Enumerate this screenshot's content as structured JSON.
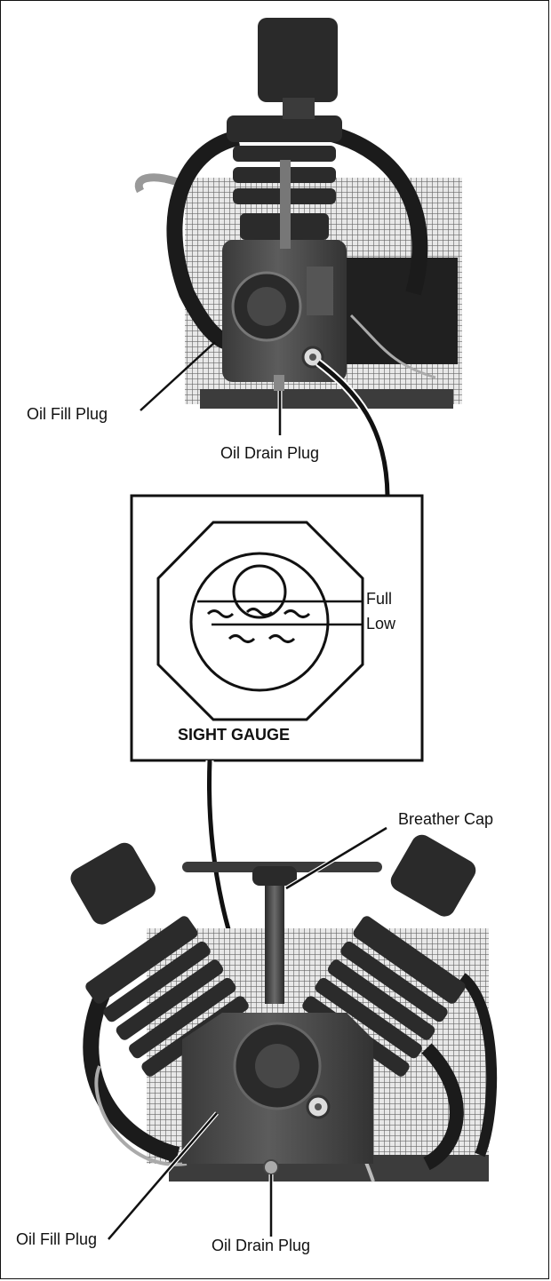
{
  "top_figure": {
    "oil_fill_label": "Oil Fill Plug",
    "oil_drain_label": "Oil Drain Plug"
  },
  "sight_gauge": {
    "title": "SIGHT GAUGE",
    "full_label": "Full",
    "low_label": "Low"
  },
  "bottom_figure": {
    "breather_label": "Breather Cap",
    "oil_fill_label": "Oil Fill Plug",
    "oil_drain_label": "Oil Drain Plug"
  }
}
